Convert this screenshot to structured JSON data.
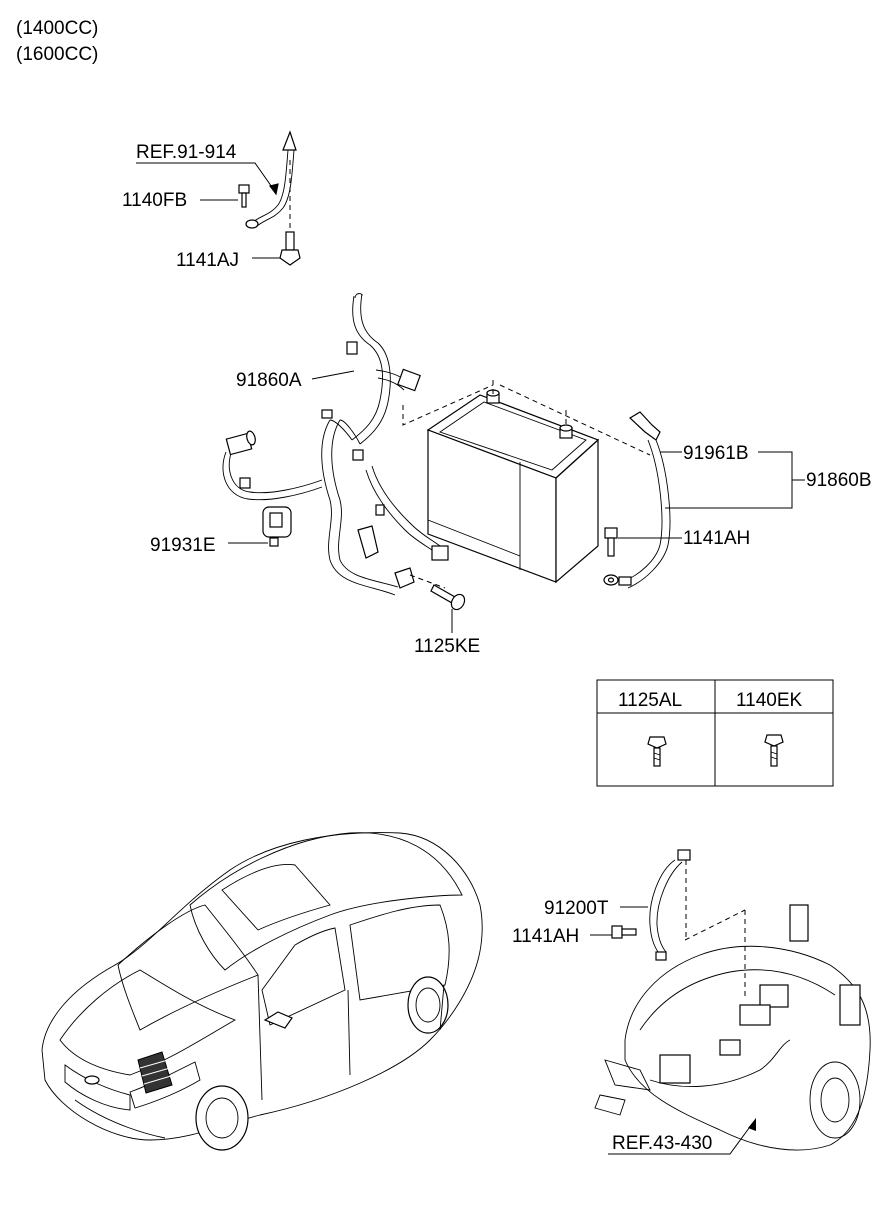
{
  "header": {
    "line1": "(1400CC)",
    "line2": "(1600CC)"
  },
  "labels": {
    "ref_91_914": "REF.91-914",
    "p_1140FB": "1140FB",
    "p_1141AJ": "1141AJ",
    "p_91860A": "91860A",
    "p_91961B": "91961B",
    "p_91860B": "91860B",
    "p_91931E": "91931E",
    "p_1141AH_top": "1141AH",
    "p_1125KE": "1125KE",
    "p_91200T": "91200T",
    "p_1141AH_bottom": "1141AH",
    "ref_43_430": "REF.43-430"
  },
  "table": {
    "headers": [
      "1125AL",
      "1140EK"
    ]
  },
  "icons": [
    "battery-icon",
    "cable-icon",
    "bolt-icon",
    "car-icon",
    "transmission-icon"
  ]
}
